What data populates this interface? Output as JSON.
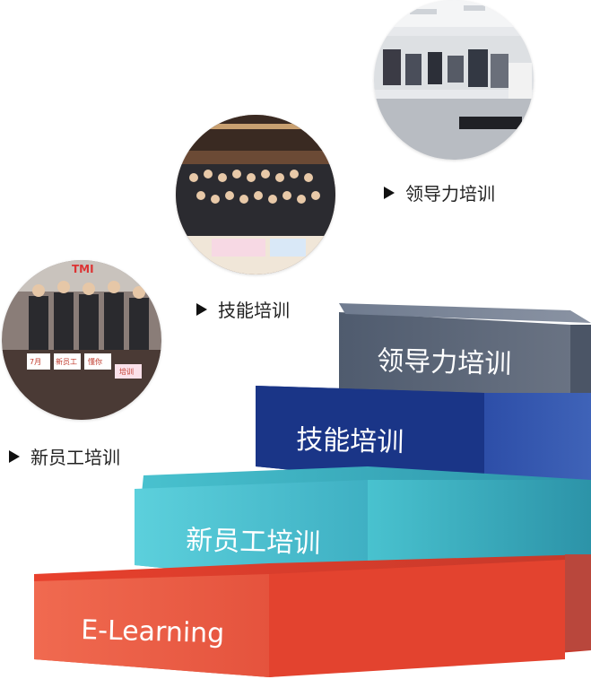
{
  "sections": [
    {
      "caption": "领导力培训"
    },
    {
      "caption": "技能培训"
    },
    {
      "caption": "新员工培训"
    }
  ],
  "photo_text": {
    "sign_1": "7月",
    "sign_2": "新员工",
    "sign_3": "懂你",
    "sign_4": "培训",
    "banner": "TMI"
  },
  "steps": [
    {
      "label": "领导力培训",
      "color": "#5d6a7e"
    },
    {
      "label": "技能培训",
      "color": "#1f3f9a"
    },
    {
      "label": "新员工培训",
      "color": "#3fb8c7"
    },
    {
      "label": "E-Learning",
      "color": "#e64b37"
    }
  ]
}
